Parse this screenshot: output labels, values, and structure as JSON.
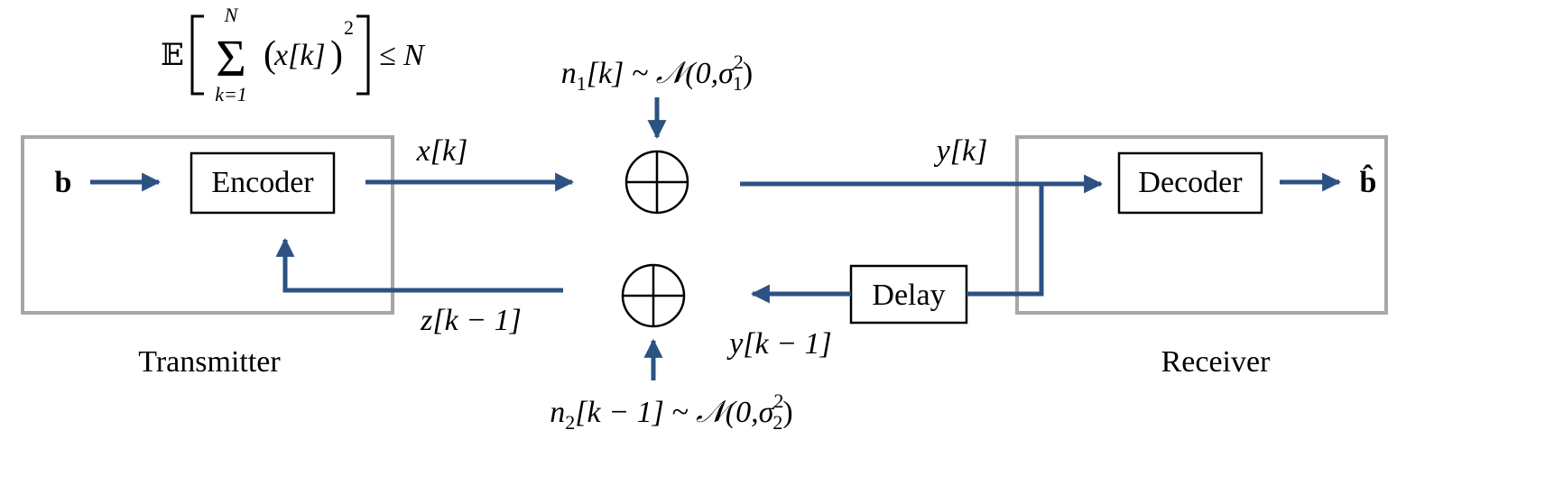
{
  "constraint": {
    "expectation": "𝔼",
    "sum_upper": "N",
    "sum_lower": "k=1",
    "term_var": "x[k]",
    "exponent": "2",
    "relation": "≤ N"
  },
  "noise1": {
    "lhs": "n",
    "sub": "1",
    "idx": "[k] ~ ",
    "dist": "𝒩",
    "args": "(0,σ",
    "var_sub": "1",
    "var_sup": "2",
    "close": ")"
  },
  "noise2": {
    "lhs": "n",
    "sub": "2",
    "idx": "[k − 1] ~ ",
    "dist": "𝒩",
    "args": "(0,σ",
    "var_sub": "2",
    "var_sup": "2",
    "close": ")"
  },
  "blocks": {
    "encoder": "Encoder",
    "decoder": "Decoder",
    "delay": "Delay"
  },
  "signals": {
    "input": "b",
    "output": "b̂",
    "x": "x[k]",
    "y": "y[k]",
    "y_delayed": "y[k − 1]",
    "z": "z[k − 1]"
  },
  "labels": {
    "transmitter": "Transmitter",
    "receiver": "Receiver"
  },
  "colors": {
    "arrow": "#2c5282",
    "frame": "#a6a6a6",
    "ink": "#000000"
  }
}
